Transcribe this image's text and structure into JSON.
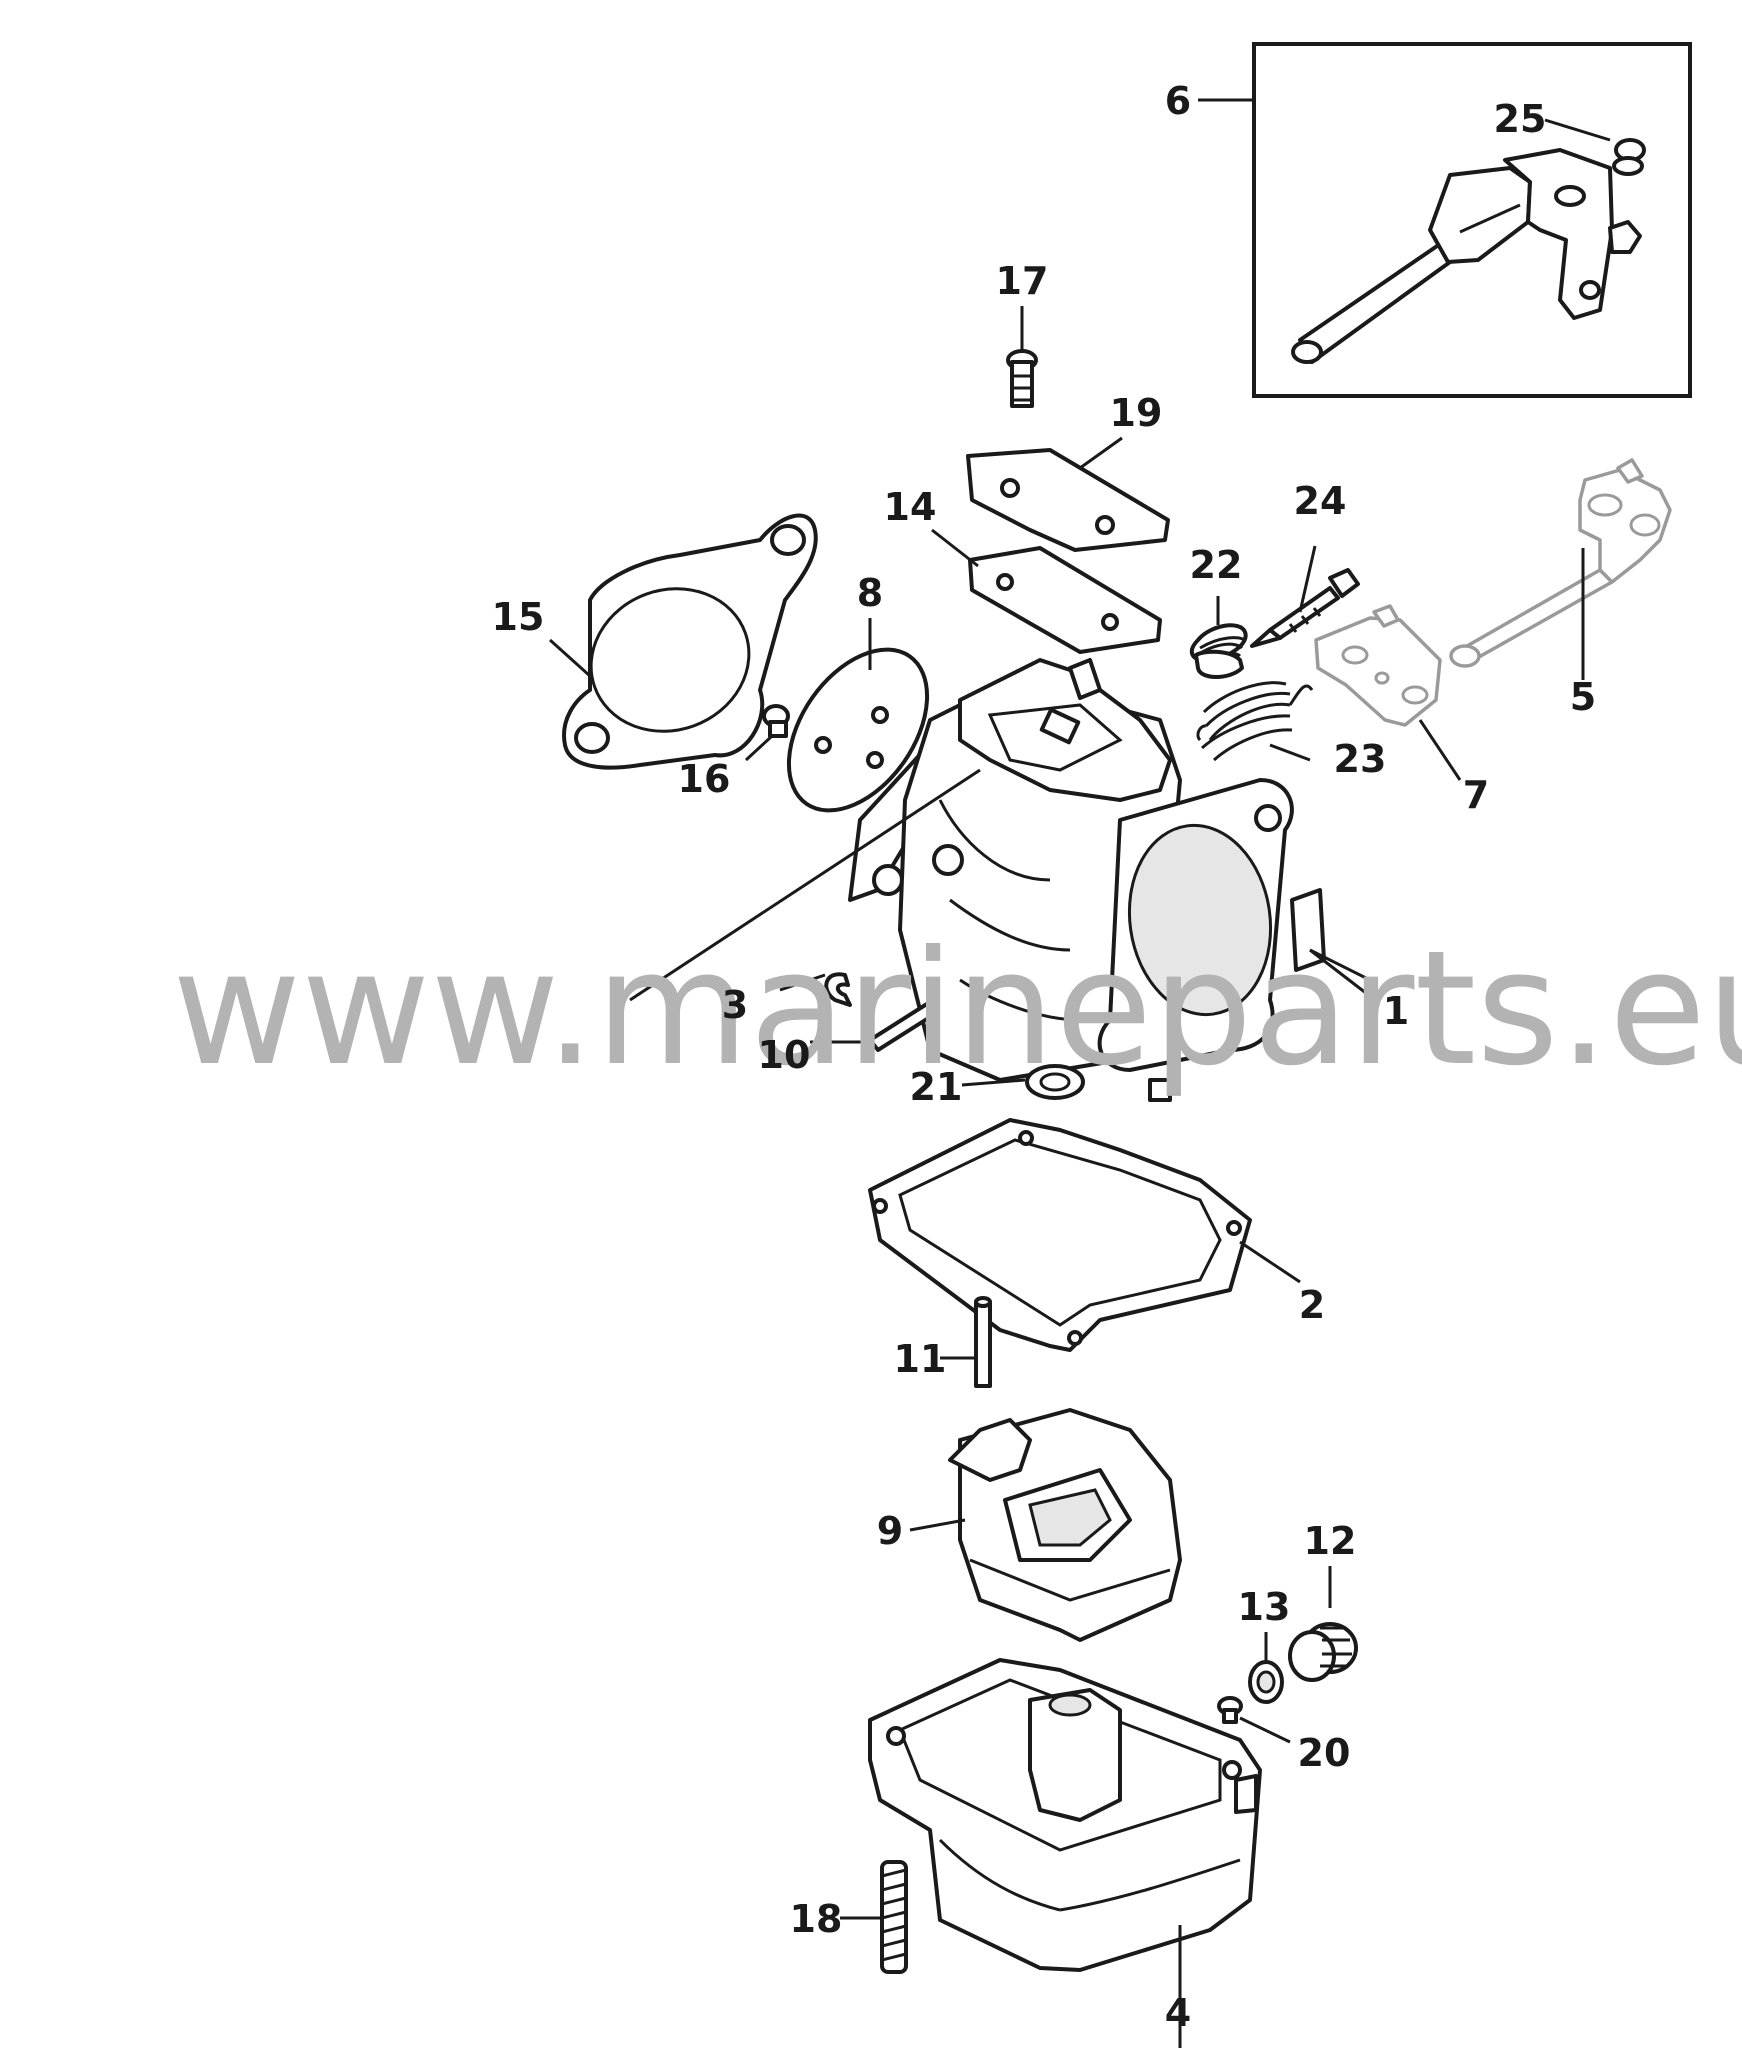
{
  "diagram": {
    "watermark": "www.marineparts.eu",
    "callouts": [
      "1",
      "2",
      "3",
      "4",
      "5",
      "6",
      "7",
      "8",
      "9",
      "10",
      "11",
      "12",
      "13",
      "14",
      "15",
      "16",
      "17",
      "18",
      "19",
      "20",
      "21",
      "22",
      "23",
      "24",
      "25"
    ]
  }
}
